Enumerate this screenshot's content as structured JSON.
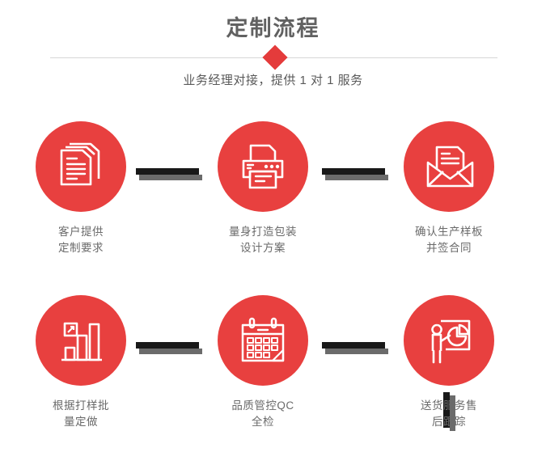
{
  "header": {
    "title": "定制流程",
    "subtitle": "业务经理对接，提供 1 对 1 服务"
  },
  "colors": {
    "accent_red": "#e8403f",
    "diamond_red": "#e43b3b",
    "title_gray": "#616161",
    "label_gray": "#6a6a6a",
    "connector_dark": "#191919",
    "connector_shadow": "#6b6b6b",
    "divider_gray": "#d6d6d6",
    "background": "#ffffff"
  },
  "steps": [
    {
      "index": "1",
      "icon": "documents-stack-icon",
      "label": "客户提供\n定制要求"
    },
    {
      "index": "2",
      "icon": "printer-icon",
      "label": "量身打造包装\n设计方案"
    },
    {
      "index": "3",
      "icon": "envelope-document-icon",
      "label": "确认生产样板\n并签合同"
    },
    {
      "index": "4",
      "icon": "bar-chart-growth-icon",
      "label": "根据打样批\n量定做"
    },
    {
      "index": "5",
      "icon": "calendar-check-icon",
      "label": "品质管控QC\n全检"
    },
    {
      "index": "6",
      "icon": "presenter-pie-chart-icon",
      "label": "送货服务售\n后跟踪"
    }
  ],
  "connectors": [
    {
      "name": "connector-step1-step2",
      "orientation": "horizontal"
    },
    {
      "name": "connector-step2-step3",
      "orientation": "horizontal"
    },
    {
      "name": "connector-step3-step6",
      "orientation": "vertical"
    },
    {
      "name": "connector-step4-step5",
      "orientation": "horizontal"
    },
    {
      "name": "connector-step5-step6",
      "orientation": "horizontal"
    }
  ]
}
